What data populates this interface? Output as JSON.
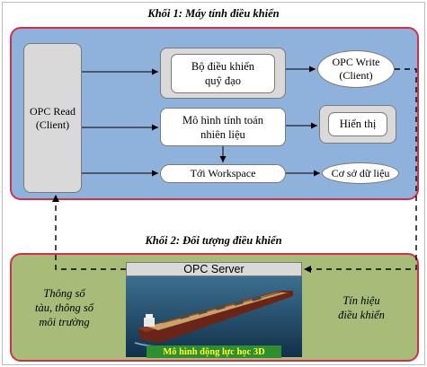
{
  "block1": {
    "title": "Khối 1: Máy tính điều khiển"
  },
  "block2": {
    "title": "Khối 2: Đối tượng điều khiển"
  },
  "nodes": {
    "opc_read": "OPC Read\n(Client)",
    "trajectory_controller": "Bộ điều khiển\nquỹ đạo",
    "opc_write": "OPC Write\n(Client)",
    "fuel_model": "Mô hình tính toán\nnhiên liệu",
    "display": "Hiển thị",
    "workspace": "Tới Workspace",
    "database": "Cơ sở dữ liệu",
    "opc_server": "OPC Server",
    "ship_model": "Mô hình động lực học 3D"
  },
  "labels": {
    "ship_params": "Thông số\ntàu, thông số\nmôi trường",
    "control_signal": "Tín hiệu\nđiều khiển"
  },
  "colors": {
    "block1_fill": "#8fb2dc",
    "block2_fill": "#a7bc78",
    "border_red": "#d0304a",
    "caption_green": "#2f8e2f",
    "caption_text": "#ffff33"
  }
}
